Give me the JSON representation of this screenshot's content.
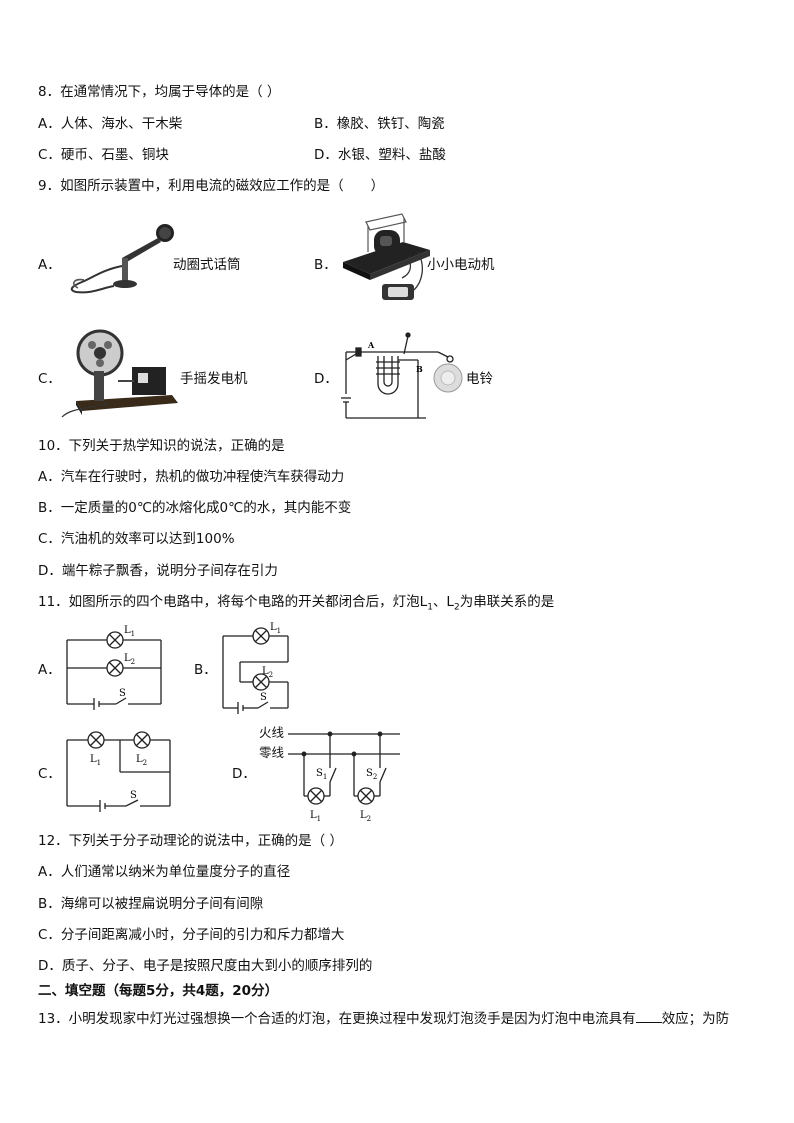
{
  "q8": {
    "stem": "8．在通常情况下，均属于导体的是（  ）",
    "A": "A．人体、海水、干木柴",
    "B": "B．橡胶、铁钉、陶瓷",
    "C": "C．硬币、石墨、铜块",
    "D": "D．水银、塑料、盐酸"
  },
  "q9": {
    "stem": "9．如图所示装置中，利用电流的磁效应工作的是（　　）",
    "A_letter": "A．",
    "A_caption": "动圈式话筒",
    "B_letter": "B．",
    "B_caption": "小小电动机",
    "C_letter": "C．",
    "C_caption": "手摇发电机",
    "D_letter": "D．",
    "D_caption": "电铃",
    "D_label_A": "A",
    "D_label_B": "B"
  },
  "q10": {
    "stem": "10．下列关于热学知识的说法，正确的是",
    "A": "A．汽车在行驶时，热机的做功冲程使汽车获得动力",
    "B": "B．一定质量的0℃的冰熔化成0℃的水，其内能不变",
    "C": "C．汽油机的效率可以达到100%",
    "D": "D．端午粽子飘香，说明分子间存在引力"
  },
  "q11": {
    "stem_pre": "11．如图所示的四个电路中，将每个电路的开关都闭合后，灯泡L",
    "sub1": "1",
    "stem_mid": "、L",
    "sub2": "2",
    "stem_post": "为串联关系的是",
    "A_letter": "A．",
    "B_letter": "B．",
    "C_letter": "C．",
    "D_letter": "D．",
    "lamp1": "L",
    "lamp1_sub": "1",
    "lamp2": "L",
    "lamp2_sub": "2",
    "switch": "S",
    "s1": "S",
    "s1_sub": "1",
    "s2": "S",
    "s2_sub": "2",
    "live_wire": "火线",
    "neutral_wire": "零线"
  },
  "q12": {
    "stem": "12．下列关于分子动理论的说法中，正确的是（  ）",
    "A": "A．人们通常以纳米为单位量度分子的直径",
    "B": "B．海绵可以被捏扁说明分子间有间隙",
    "C": "C．分子间距离减小时，分子间的引力和斥力都增大",
    "D": "D．质子、分子、电子是按照尺度由大到小的顺序排列的"
  },
  "section2": {
    "title": "二、填空题（每题5分，共4题，20分）"
  },
  "q13": {
    "stem_pre": "13．小明发现家中灯光过强想换一个合适的灯泡，在更换过程中发现灯泡烫手是因为灯泡中电流具有",
    "stem_post": "效应；为防"
  }
}
